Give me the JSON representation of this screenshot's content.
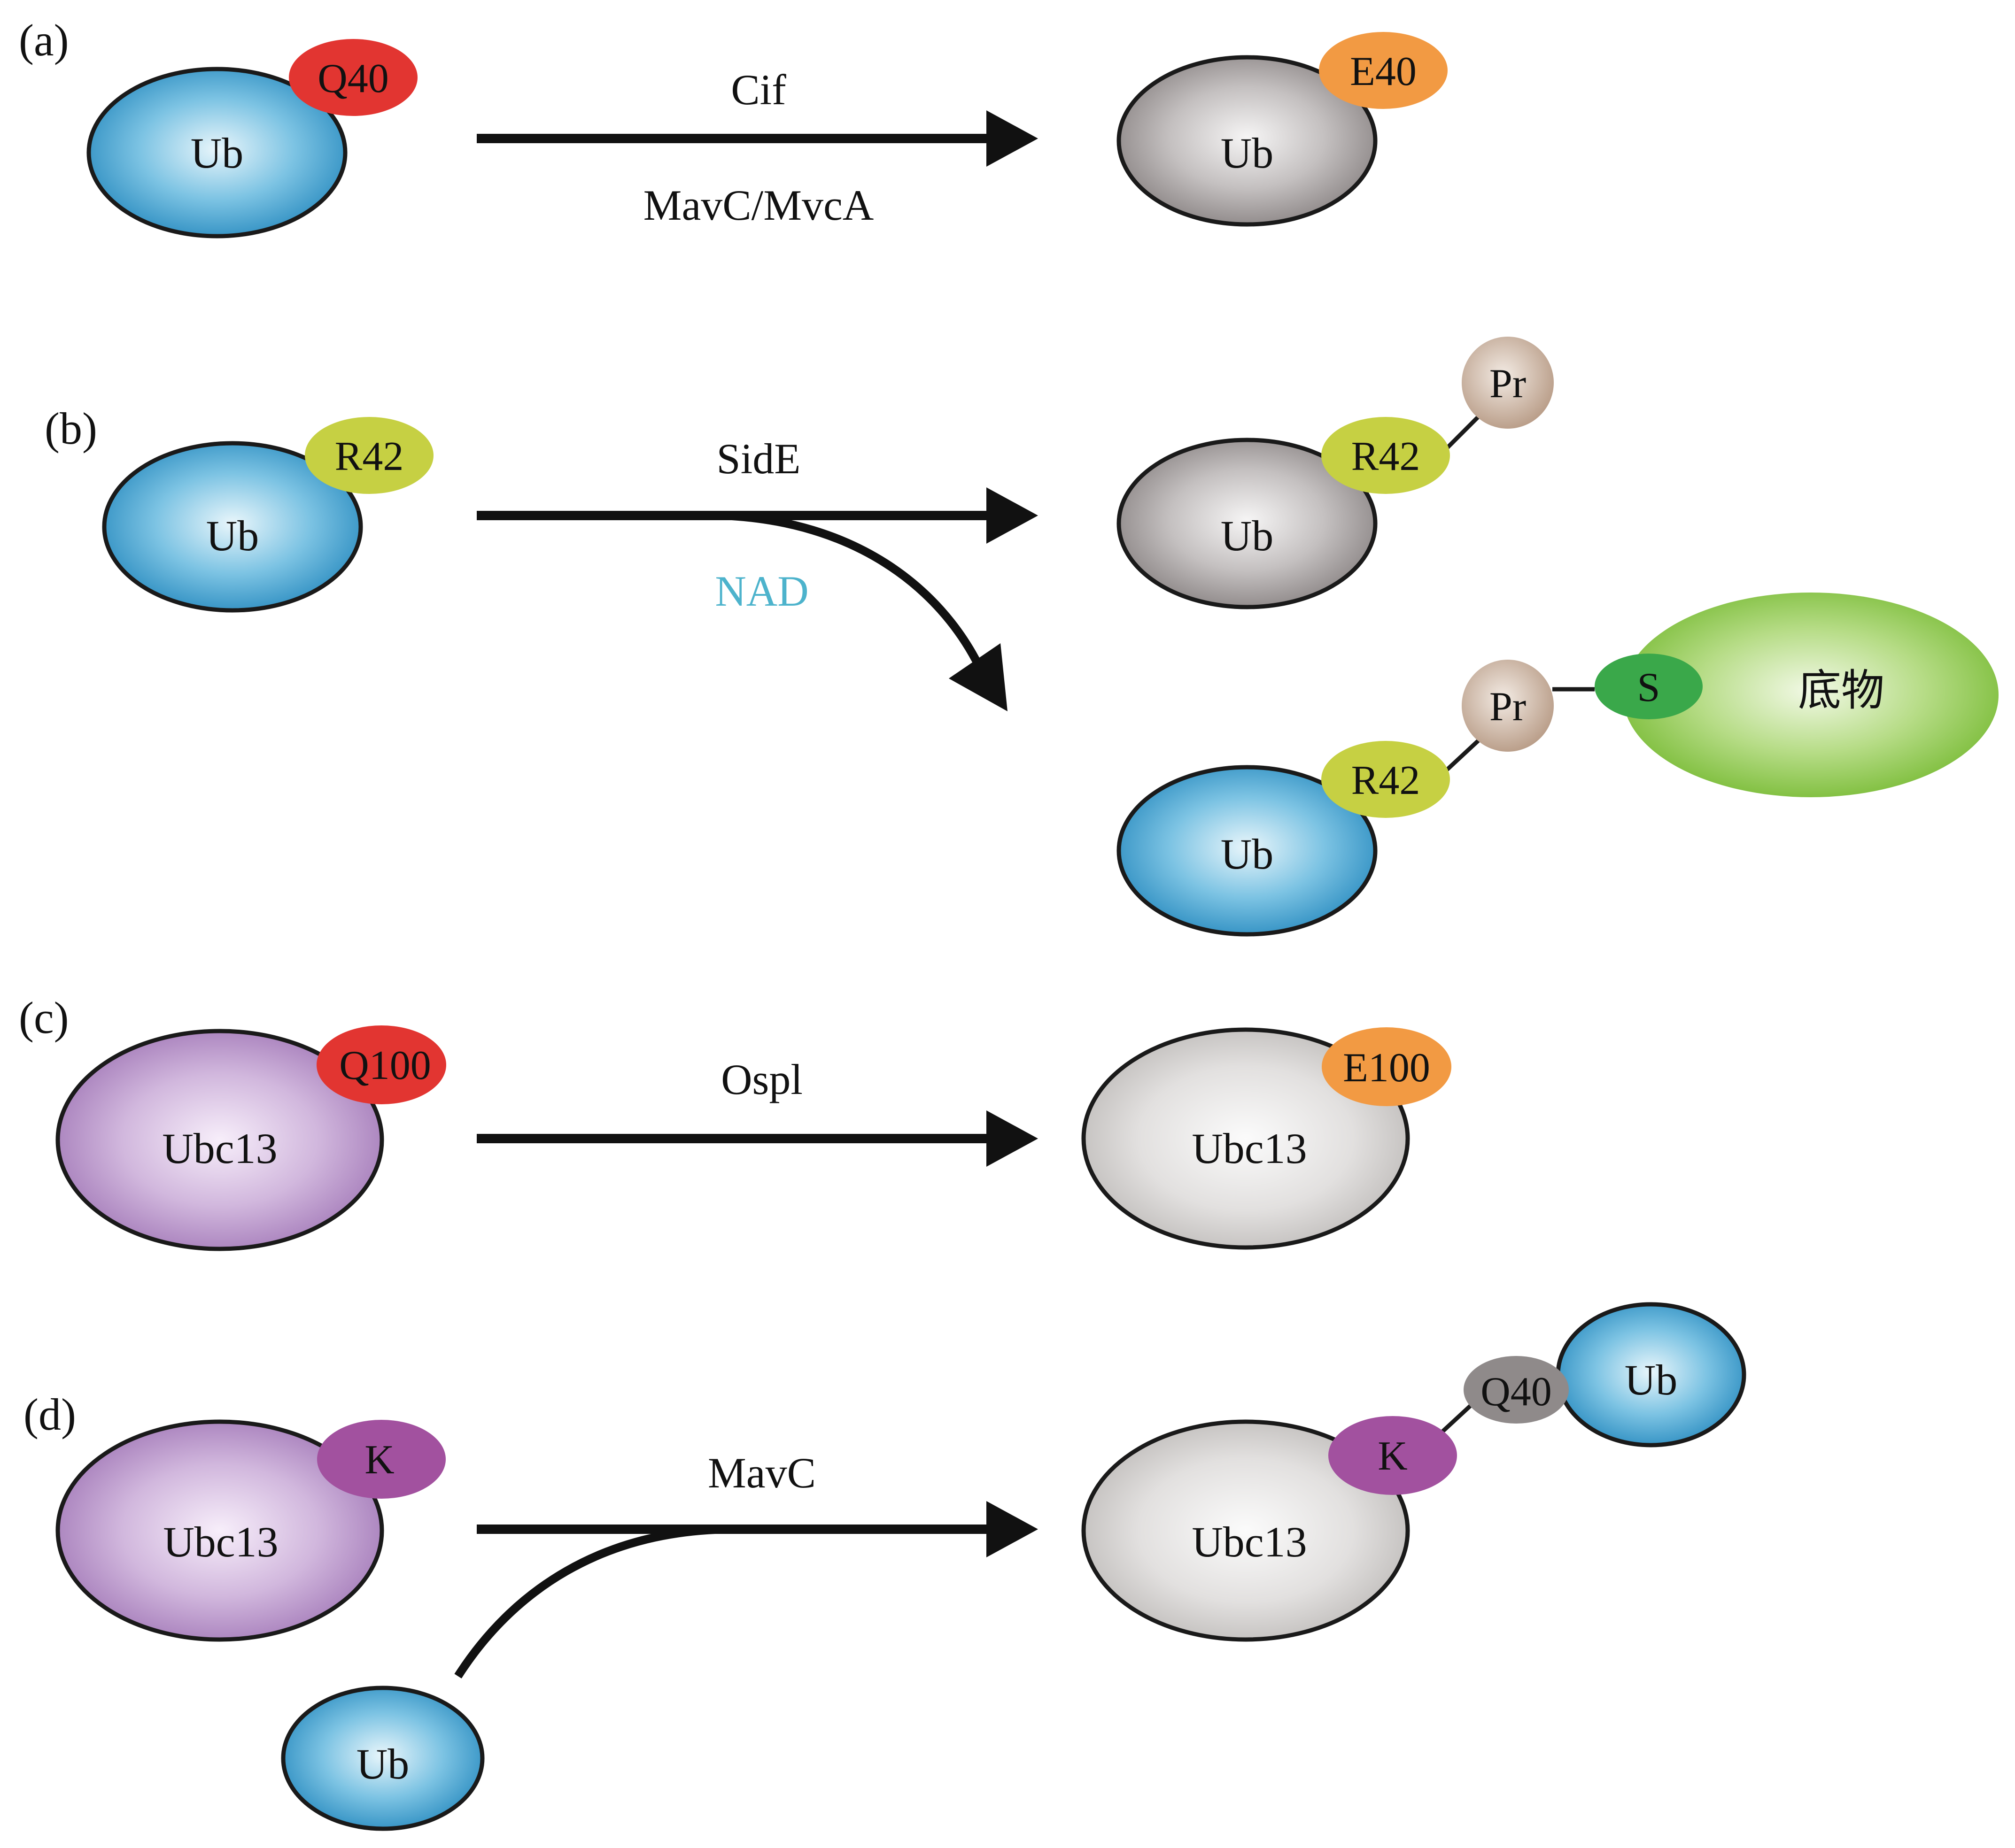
{
  "panels": {
    "a": "(a)",
    "b": "(b)",
    "c": "(c)",
    "d": "(d)"
  },
  "a": {
    "substrate": "Ub",
    "residue": "Q40",
    "enzyme_top": "Cif",
    "enzyme_bottom": "MavC/MvcA",
    "product": "Ub",
    "product_residue": "E40"
  },
  "b": {
    "substrate": "Ub",
    "residue": "R42",
    "enzyme": "SidE",
    "cofactor": "NAD",
    "product1": "Ub",
    "product1_residue": "R42",
    "product1_pr": "Pr",
    "product2": "Ub",
    "product2_residue": "R42",
    "product2_pr": "Pr",
    "product2_s": "S",
    "product2_target": "底物"
  },
  "c": {
    "substrate": "Ubc13",
    "residue": "Q100",
    "enzyme": "Ospl",
    "product": "Ubc13",
    "product_residue": "E100"
  },
  "d": {
    "substrate": "Ubc13",
    "residue": "K",
    "enzyme": "MavC",
    "donor": "Ub",
    "product": "Ubc13",
    "product_residue": "K",
    "product_q": "Q40",
    "product_ub": "Ub"
  },
  "colors": {
    "ub_blue": "#3a9fd1",
    "ub_grey": "#9a9494",
    "ubc13_purple": "#ad86c2",
    "ubc13_grey": "#c8c6c4",
    "residue_red": "#e23531",
    "residue_orange": "#f29a43",
    "residue_lime": "#c6d043",
    "pr_beige": "#c9b09e",
    "s_green": "#3aa84a",
    "target_green": "#86c542",
    "k_magenta": "#a2519f",
    "q40_grey": "#8f8a8a",
    "nad_text": "#4db3cc"
  }
}
